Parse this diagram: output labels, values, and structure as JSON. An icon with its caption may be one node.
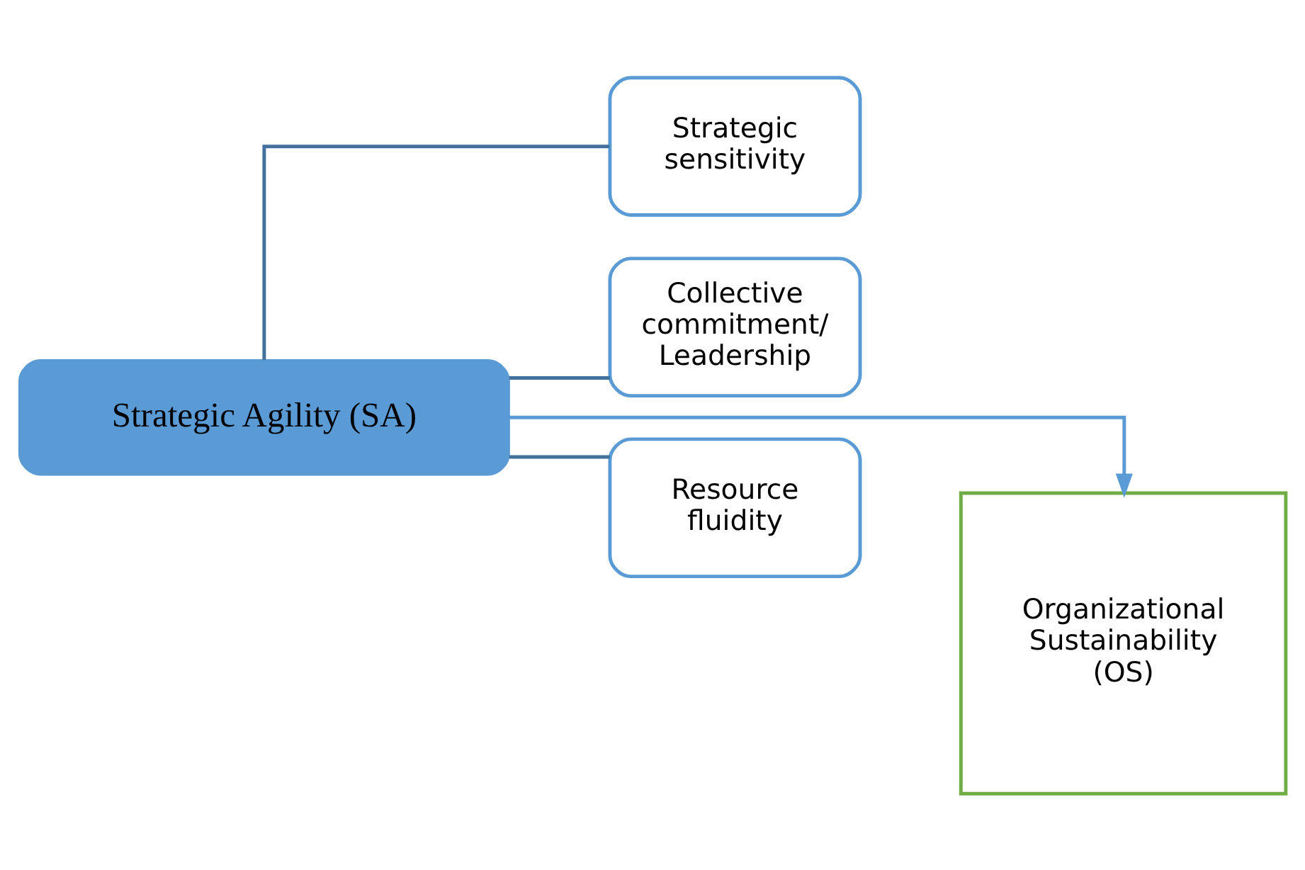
{
  "diagram": {
    "nodes": [
      {
        "text": [
          "Strategic Agility (SA)"
        ]
      },
      {
        "text": [
          "Strategic sensitivity"
        ]
      },
      {
        "text": [
          "Collective commitment/ Leadership"
        ]
      },
      {
        "text": [
          "Resource fluidity"
        ]
      },
      {
        "text": [
          "Organizational Sustainability (OS)"
        ]
      }
    ],
    "edges": [
      {
        "from": 0,
        "to": 1,
        "arrow": "none"
      },
      {
        "from": 0,
        "to": 2,
        "arrow": "none"
      },
      {
        "from": 0,
        "to": 3,
        "arrow": "none"
      },
      {
        "from": 0,
        "to": 4,
        "arrow": "to",
        "color": "#5b9bd5"
      }
    ]
  }
}
